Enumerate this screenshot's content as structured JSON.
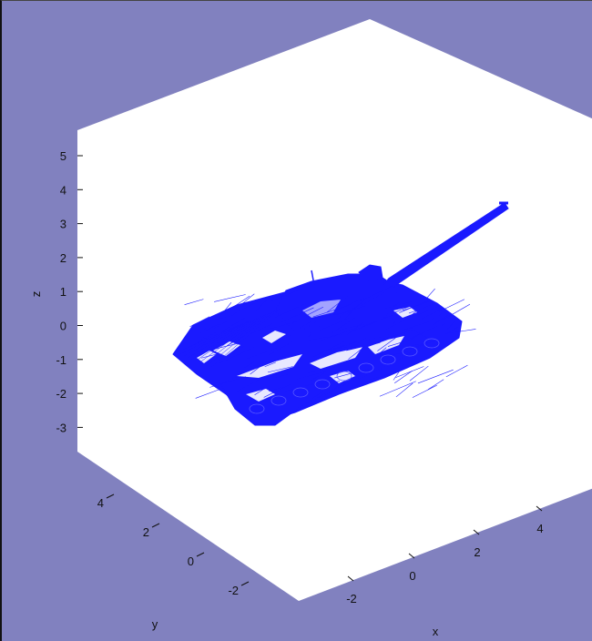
{
  "colors": {
    "figure_background": "#8181bf",
    "axes_background": "#ffffff",
    "mesh_color": "#1a1aff",
    "text_color": "#111111"
  },
  "chart_data": {
    "type": "3d-wireframe-mesh",
    "subject": "tank",
    "xlabel": "x",
    "ylabel": "y",
    "zlabel": "z",
    "xlim": [
      -4,
      6
    ],
    "ylim": [
      -4,
      6
    ],
    "zlim": [
      -4,
      6
    ],
    "x_ticks": [
      "-2",
      "0",
      "2",
      "4"
    ],
    "y_ticks": [
      "-2",
      "0",
      "2",
      "4"
    ],
    "z_ticks": [
      "5",
      "4",
      "3",
      "2",
      "1",
      "0",
      "-1",
      "-2",
      "-3"
    ],
    "grid": false,
    "legend": "none"
  }
}
